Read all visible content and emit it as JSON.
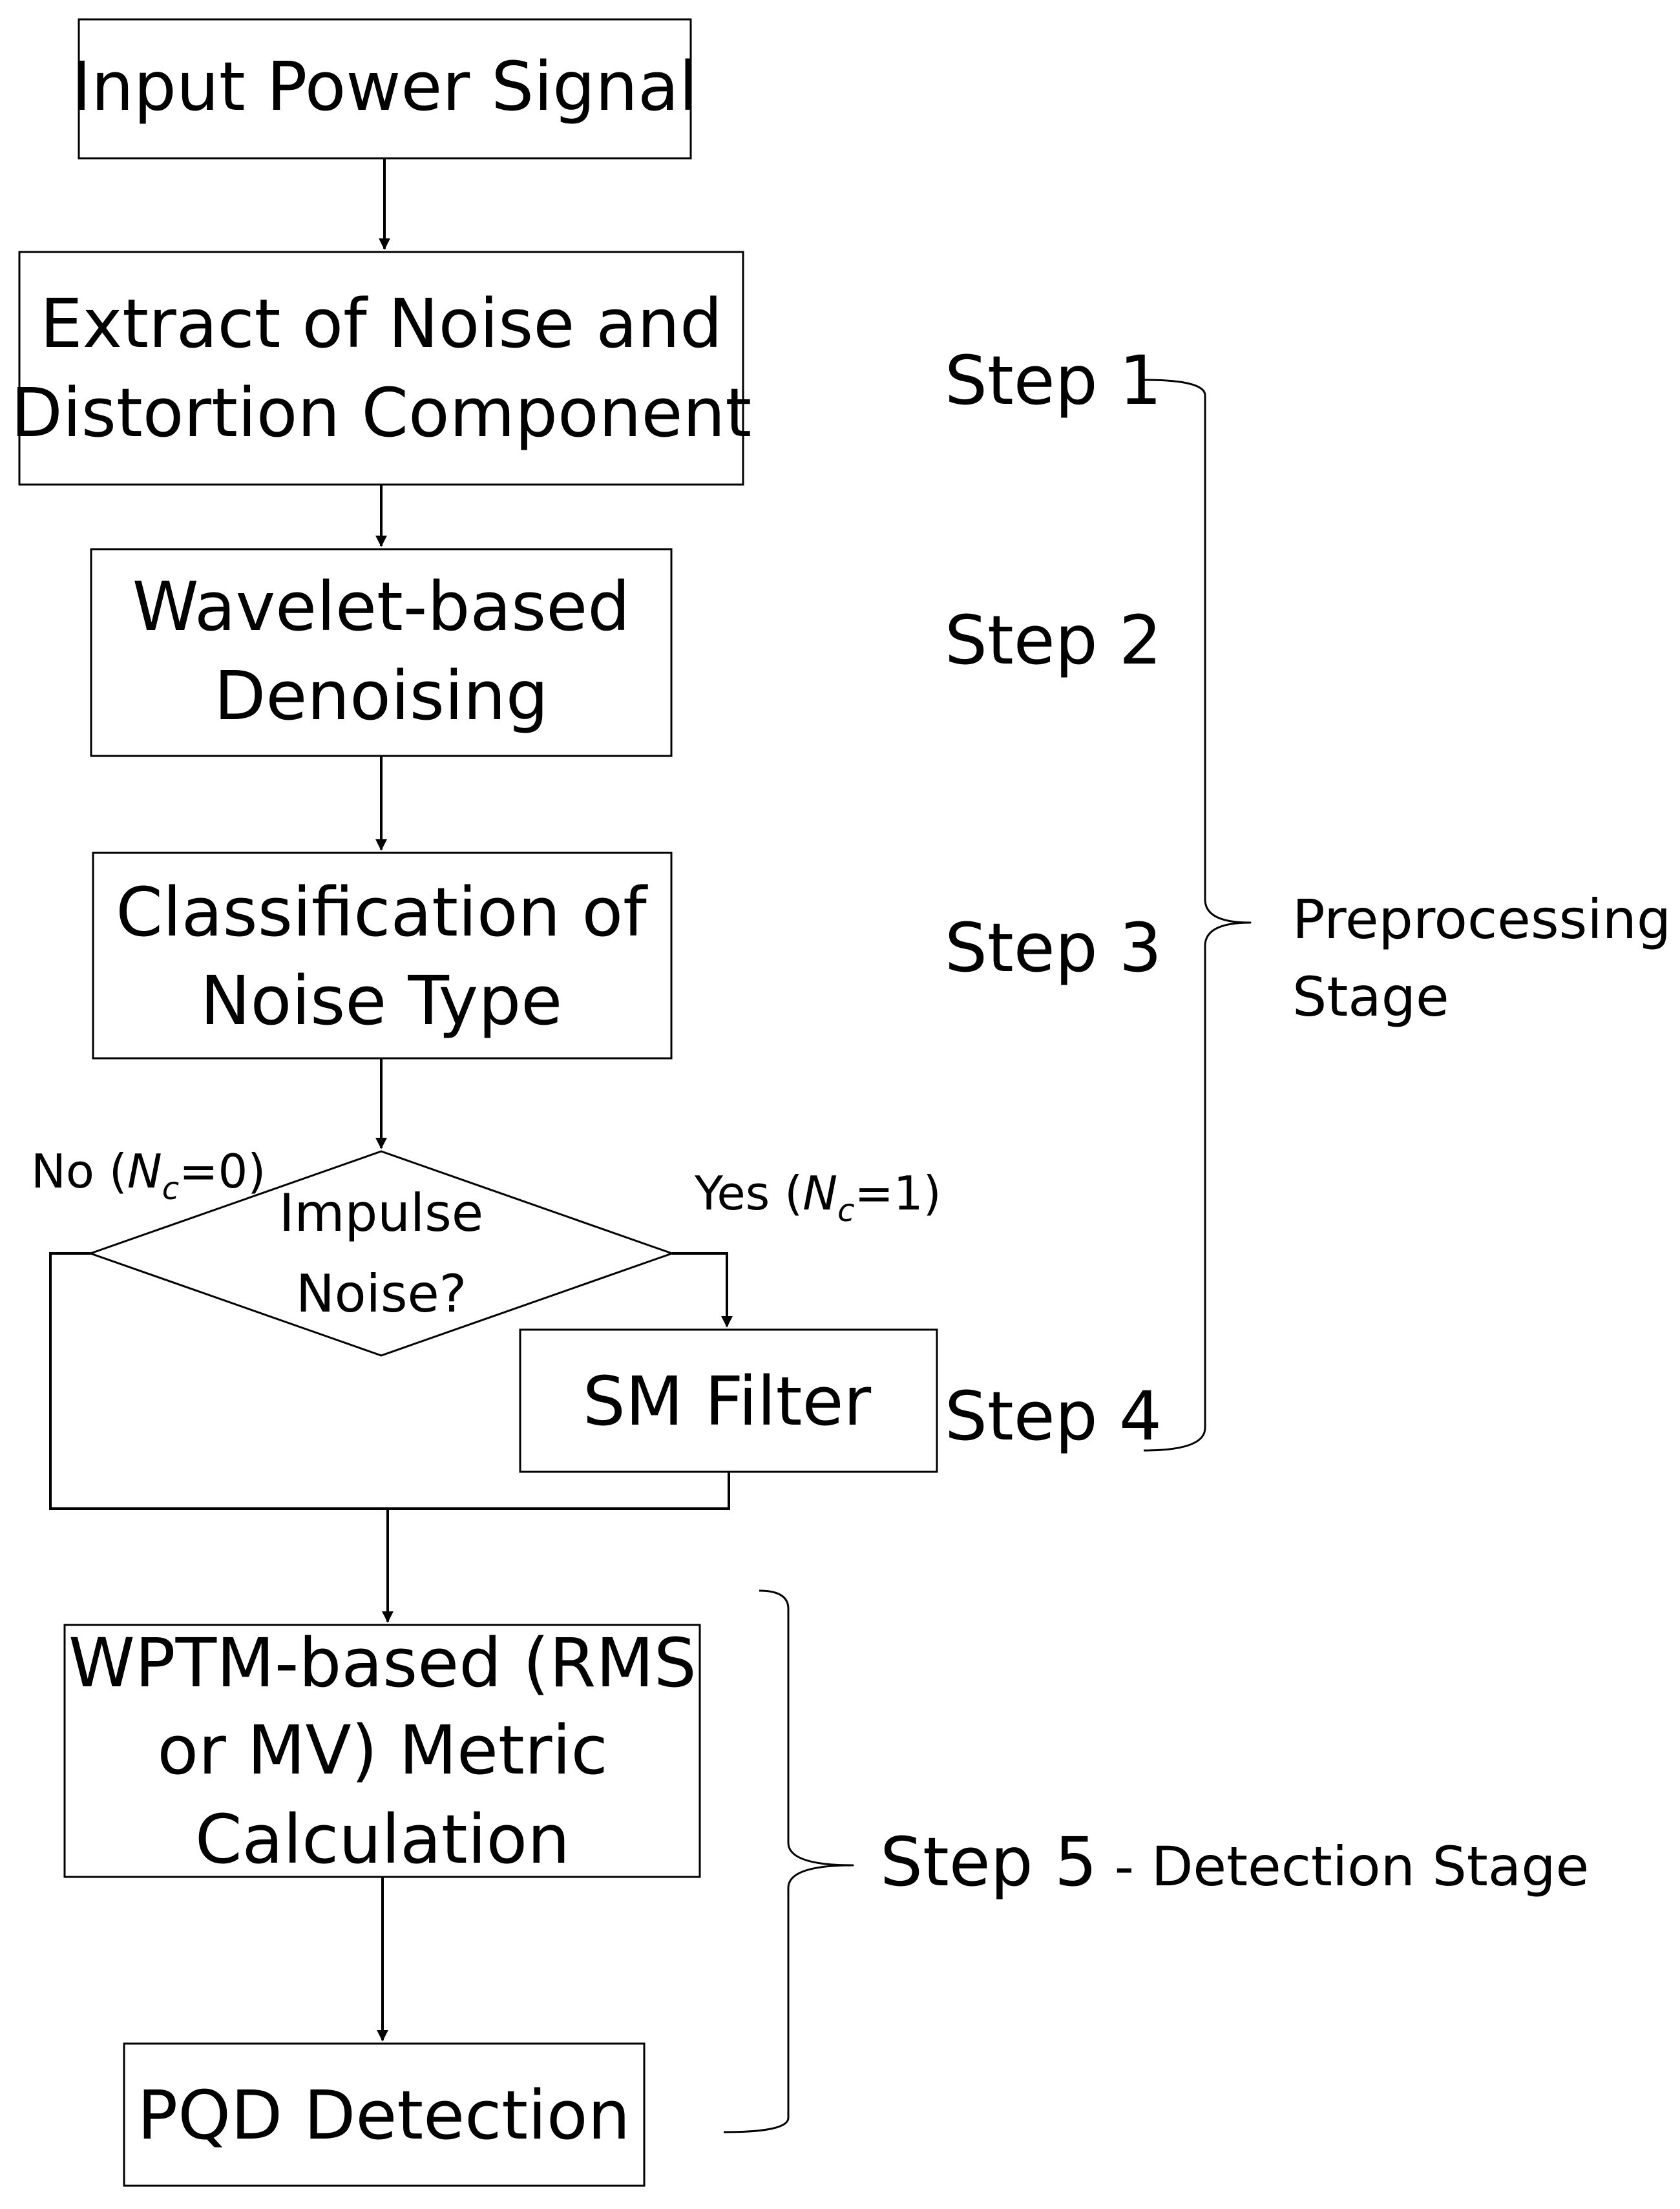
{
  "nodes": {
    "input": "Input Power Signal",
    "extract_l1": "Extract of Noise and",
    "extract_l2": "Distortion Component",
    "wavelet_l1": "Wavelet-based",
    "wavelet_l2": "Denoising",
    "classify_l1": "Classification of",
    "classify_l2": "Noise Type",
    "decision_l1": "Impulse",
    "decision_l2": "Noise?",
    "sm_filter": "SM Filter",
    "wptm_l1": "WPTM-based (RMS",
    "wptm_l2": "or MV) Metric",
    "wptm_l3": "Calculation",
    "pqd": "PQD Detection"
  },
  "branches": {
    "no": {
      "prefix": "No (",
      "var": "N",
      "sub": "c",
      "suffix": "=0)"
    },
    "yes": {
      "prefix": "Yes (",
      "var": "N",
      "sub": "c",
      "suffix": "=1)"
    }
  },
  "steps": {
    "step1": "Step 1",
    "step2": "Step 2",
    "step3": "Step 3",
    "step4": "Step 4",
    "step5": "Step 5",
    "step5_sep": " - ",
    "step5_stage": "Detection Stage"
  },
  "stages": {
    "pre_l1": "Preprocessing",
    "pre_l2": "Stage"
  }
}
